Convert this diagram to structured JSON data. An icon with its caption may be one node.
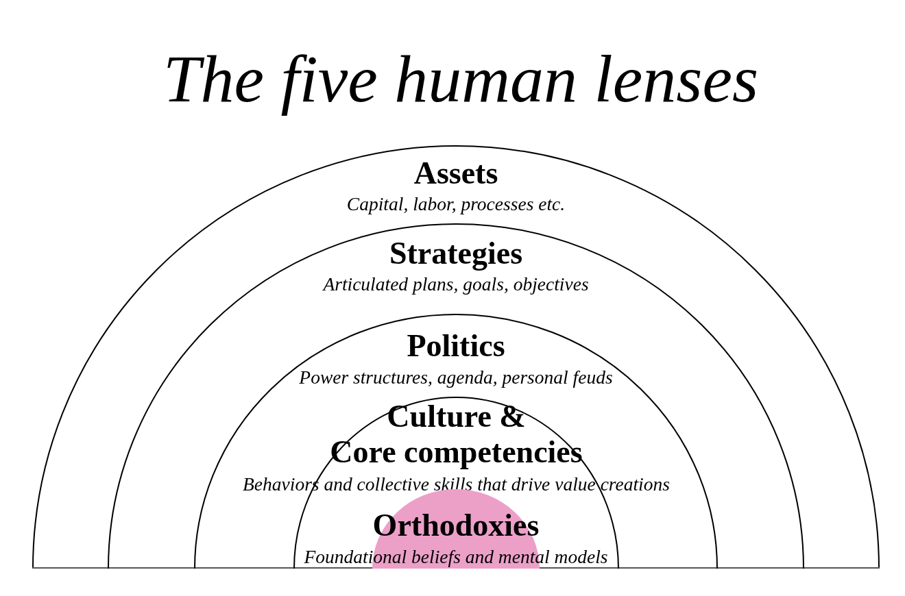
{
  "diagram": {
    "title": "The five human lenses",
    "nodes": [
      {
        "text": [
          "Assets",
          "Capital, labor, processes etc."
        ]
      },
      {
        "text": [
          "Strategies",
          "Articulated plans, goals, objectives"
        ],
        "in": 0
      },
      {
        "text": [
          "Politics",
          "Power structures, agenda, personal feuds"
        ],
        "in": 1
      },
      {
        "text": [
          "Culture & Core competencies",
          "Behaviors and collective skills that drive value creations"
        ],
        "in": 2
      },
      {
        "text": [
          "Orthodoxies",
          "Foundational beliefs and mental models"
        ],
        "in": 3
      }
    ]
  }
}
